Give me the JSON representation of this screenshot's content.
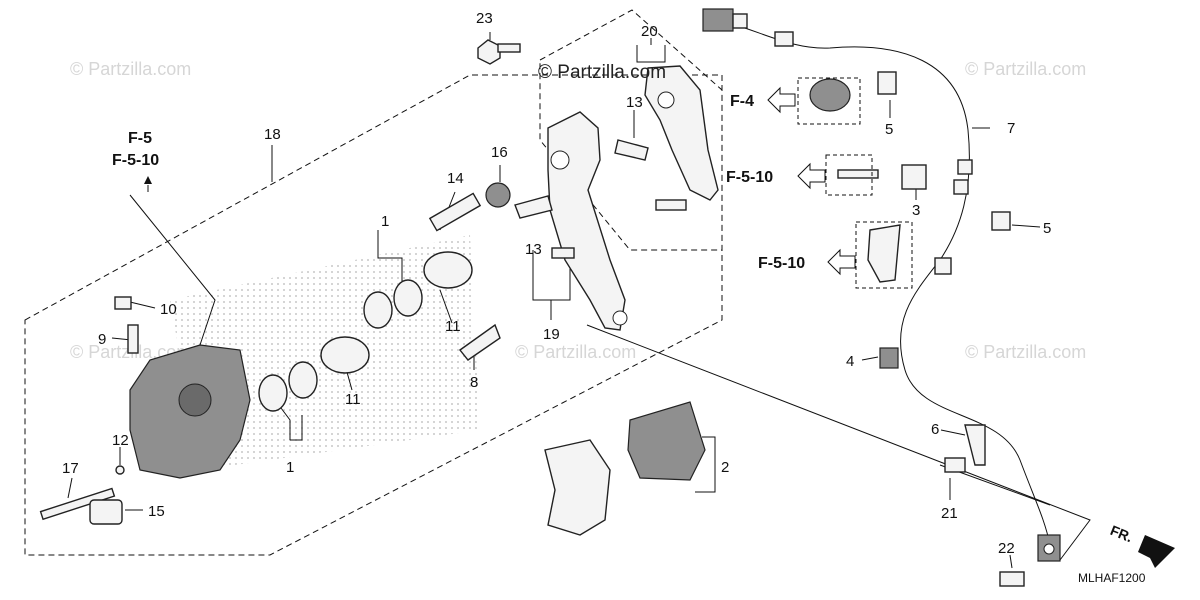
{
  "watermark": {
    "text": "© Partzilla.com"
  },
  "brand": {
    "text": "© Partzilla.com"
  },
  "diagram_code": "MLHAF1200",
  "front_label": "FR.",
  "callouts": {
    "c1a": "1",
    "c1b": "1",
    "c2": "2",
    "c3": "3",
    "c4": "4",
    "c5a": "5",
    "c5b": "5",
    "c6": "6",
    "c7": "7",
    "c8": "8",
    "c9": "9",
    "c10": "10",
    "c11a": "11",
    "c11b": "11",
    "c12": "12",
    "c13a": "13",
    "c13b": "13",
    "c14": "14",
    "c15": "15",
    "c16": "16",
    "c17": "17",
    "c18": "18",
    "c19": "19",
    "c20": "20",
    "c21": "21",
    "c22": "22",
    "c23": "23"
  },
  "references": {
    "f5": "F-5",
    "f510_top": "F-5-10",
    "f4": "F-4",
    "f510_mid": "F-5-10",
    "f510_low": "F-5-10"
  }
}
